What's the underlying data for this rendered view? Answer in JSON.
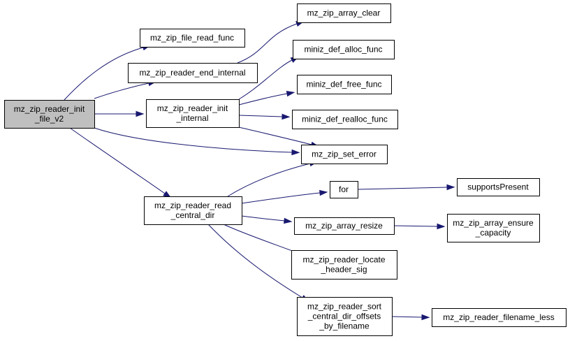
{
  "colors": {
    "edge": "#191970",
    "root_fill": "#bfbfbf",
    "node_fill": "#ffffff",
    "border": "#000000"
  },
  "nodes": [
    {
      "id": "root",
      "lines": [
        "mz_zip_reader_init",
        "_file_v2"
      ],
      "highlight": true
    },
    {
      "id": "file_read_func",
      "lines": [
        "mz_zip_file_read_func"
      ]
    },
    {
      "id": "reader_end_internal",
      "lines": [
        "mz_zip_reader_end_internal"
      ]
    },
    {
      "id": "reader_init_internal",
      "lines": [
        "mz_zip_reader_init",
        "_internal"
      ]
    },
    {
      "id": "reader_read_central_dir",
      "lines": [
        "mz_zip_reader_read",
        "_central_dir"
      ]
    },
    {
      "id": "array_clear",
      "lines": [
        "mz_zip_array_clear"
      ]
    },
    {
      "id": "def_alloc",
      "lines": [
        "miniz_def_alloc_func"
      ]
    },
    {
      "id": "def_free",
      "lines": [
        "miniz_def_free_func"
      ]
    },
    {
      "id": "def_realloc",
      "lines": [
        "miniz_def_realloc_func"
      ]
    },
    {
      "id": "set_error",
      "lines": [
        "mz_zip_set_error"
      ]
    },
    {
      "id": "for",
      "lines": [
        "for"
      ]
    },
    {
      "id": "array_resize",
      "lines": [
        "mz_zip_array_resize"
      ]
    },
    {
      "id": "locate_header_sig",
      "lines": [
        "mz_zip_reader_locate",
        "_header_sig"
      ]
    },
    {
      "id": "sort_offsets",
      "lines": [
        "mz_zip_reader_sort",
        "_central_dir_offsets",
        "_by_filename"
      ]
    },
    {
      "id": "supports_present",
      "lines": [
        "supportsPresent"
      ]
    },
    {
      "id": "array_ensure_capacity",
      "lines": [
        "mz_zip_array_ensure",
        "_capacity"
      ]
    },
    {
      "id": "filename_less",
      "lines": [
        "mz_zip_reader_filename_less"
      ]
    }
  ],
  "edges": [
    [
      "root",
      "file_read_func"
    ],
    [
      "root",
      "reader_end_internal"
    ],
    [
      "root",
      "reader_init_internal"
    ],
    [
      "root",
      "set_error"
    ],
    [
      "root",
      "reader_read_central_dir"
    ],
    [
      "reader_end_internal",
      "array_clear"
    ],
    [
      "reader_init_internal",
      "def_alloc"
    ],
    [
      "reader_init_internal",
      "def_free"
    ],
    [
      "reader_init_internal",
      "def_realloc"
    ],
    [
      "reader_init_internal",
      "set_error"
    ],
    [
      "reader_read_central_dir",
      "set_error"
    ],
    [
      "reader_read_central_dir",
      "for"
    ],
    [
      "reader_read_central_dir",
      "array_resize"
    ],
    [
      "reader_read_central_dir",
      "locate_header_sig"
    ],
    [
      "reader_read_central_dir",
      "sort_offsets"
    ],
    [
      "for",
      "supports_present"
    ],
    [
      "array_resize",
      "array_ensure_capacity"
    ],
    [
      "sort_offsets",
      "filename_less"
    ]
  ]
}
